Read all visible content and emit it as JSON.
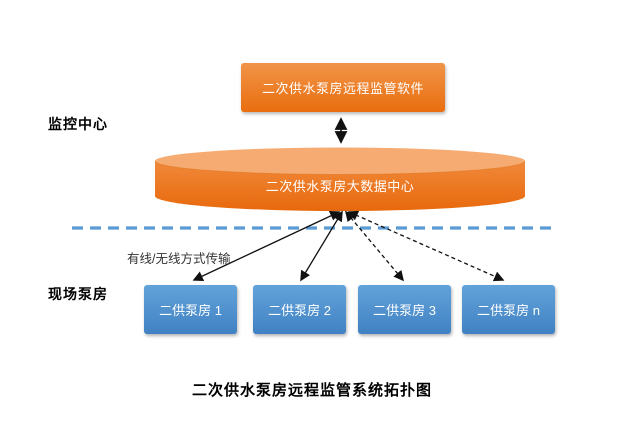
{
  "diagram": {
    "caption": "二次供水泵房远程监管系统拓扑图",
    "zones": {
      "monitoring_center": "监控中心",
      "field_pump_rooms": "现场泵房"
    },
    "software_box_label": "二次供水泵房远程监管软件",
    "data_center_label": "二次供水泵房大数据中心",
    "transmission_label": "有线/无线方式传输",
    "pump_rooms": [
      {
        "label": "二供泵房 1",
        "link_style": "solid"
      },
      {
        "label": "二供泵房 2",
        "link_style": "solid"
      },
      {
        "label": "二供泵房 3",
        "link_style": "dashed"
      },
      {
        "label": "二供泵房 n",
        "link_style": "dashed"
      }
    ],
    "colors": {
      "box_orange_light": "#F19448",
      "box_orange_dark": "#E96E0F",
      "cylinder_top": "#F5AB72",
      "pump_blue_light": "#63A3DA",
      "pump_blue_dark": "#4081C3",
      "separator_blue": "#5B9BD5",
      "arrow": "#111111"
    }
  }
}
